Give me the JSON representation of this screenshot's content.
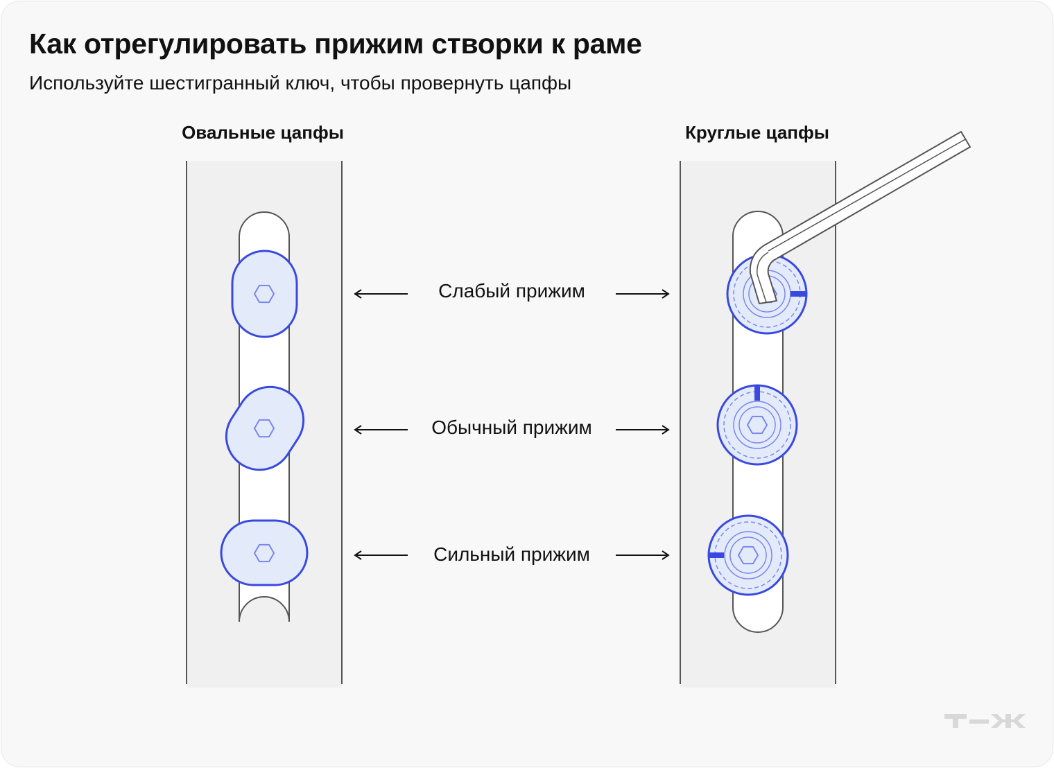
{
  "title": "Как отрегулировать прижим створки к раме",
  "subtitle": "Используйте шестигранный ключ, чтобы провернуть цапфы",
  "columns": {
    "oval": "Овальные цапфы",
    "round": "Круглые цапфы"
  },
  "levels": [
    {
      "label": "Слабый прижим"
    },
    {
      "label": "Обычный прижим"
    },
    {
      "label": "Сильный прижим"
    }
  ],
  "logo": "Т—Ж",
  "colors": {
    "accent": "#3949e0",
    "accent_fill": "#e3ebfb",
    "frame_fill": "#f0f0f0",
    "outline": "#555555",
    "background": "#f8f8f8"
  }
}
